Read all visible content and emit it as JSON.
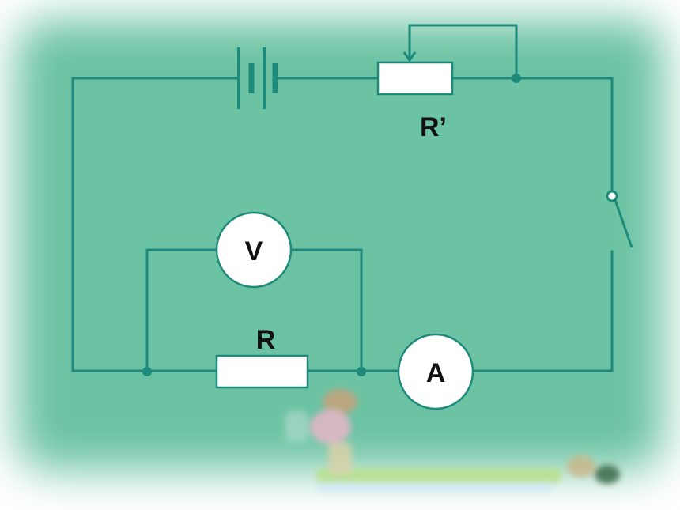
{
  "diagram": {
    "labels": {
      "rheostat": "R’",
      "resistor": "R",
      "voltmeter": "V",
      "ammeter": "A"
    },
    "colors": {
      "board": "#6cc3a3",
      "wire": "#1d8a7c",
      "component_fill": "#ffffff",
      "text": "#111111",
      "background": "#ffffff"
    }
  }
}
